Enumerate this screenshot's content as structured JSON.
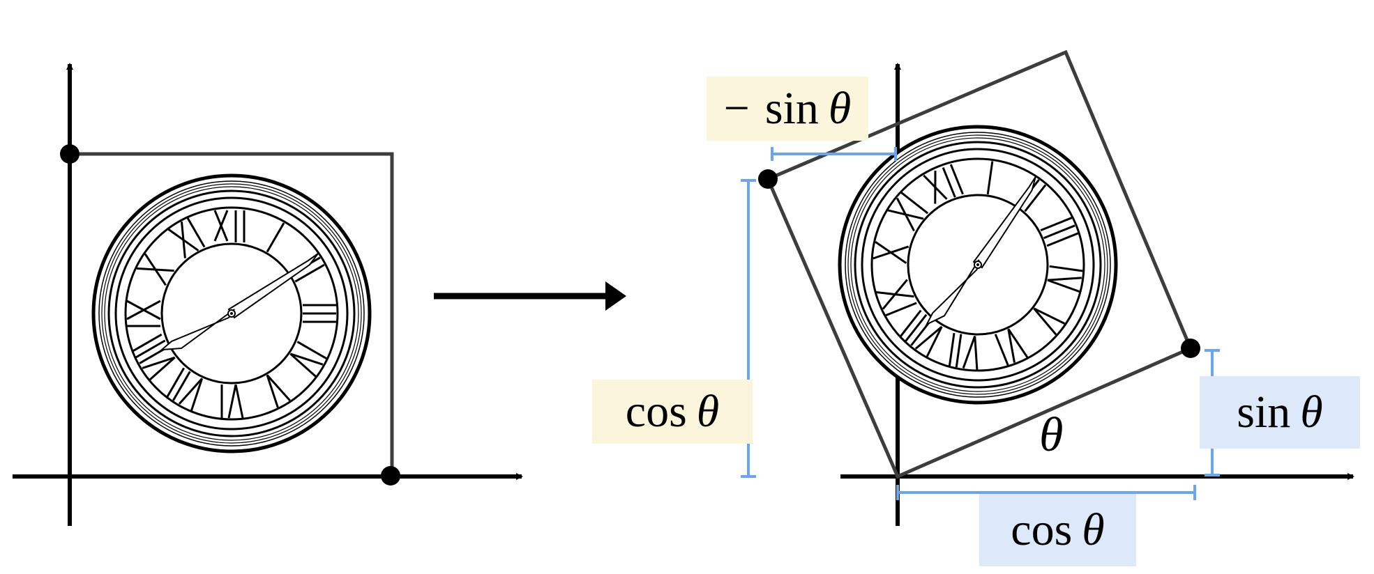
{
  "diagram": {
    "title": "2D rotation of a unit square (clock image) by angle theta",
    "colors": {
      "axis": "#000000",
      "box_outline": "#3d3d3d",
      "measure_line": "#6aa6ee",
      "yellow_label_bg": "#fbf5dc",
      "blue_label_bg": "#dde9f9",
      "faint_axis": "#bdbdbd"
    },
    "left_panel": {
      "description": "Original unit square with clock, axis-aligned",
      "points": [
        "(0,1)",
        "(1,0)"
      ]
    },
    "transform_arrow": {
      "icon": "right-arrow-icon"
    },
    "right_panel": {
      "description": "Square rotated counter-clockwise by theta",
      "angle_label": "θ",
      "labels": {
        "neg_sin_theta": {
          "prefix": "−",
          "fn": "sin",
          "var": "θ"
        },
        "cos_theta_vertical": {
          "fn": "cos",
          "var": "θ"
        },
        "sin_theta": {
          "fn": "sin",
          "var": "θ"
        },
        "cos_theta_horizontal": {
          "fn": "cos",
          "var": "θ"
        }
      }
    }
  }
}
